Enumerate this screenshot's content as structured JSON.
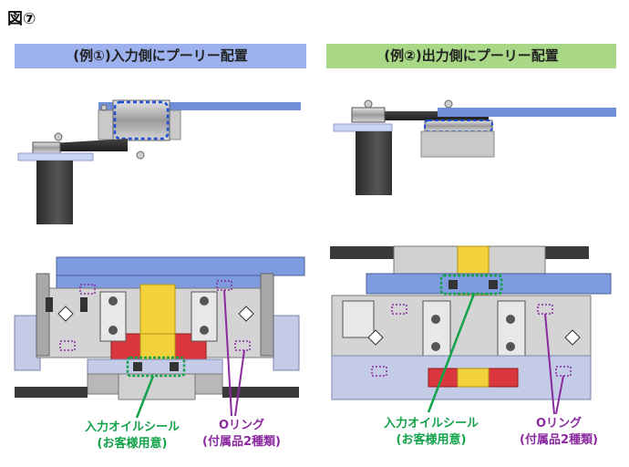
{
  "figure_label": "図⑦",
  "example1": {
    "title": "(例①)入力側にプーリー配置",
    "seal_line1": "入力オイルシール",
    "seal_line2": "(お客様用意)",
    "oring_line1": "Oリング",
    "oring_line2": "(付属品2種類)"
  },
  "example2": {
    "title": "(例②)出力側にプーリー配置",
    "seal_line1": "入力オイルシール",
    "seal_line2": "(お客様用意)",
    "oring_line1": "Oリング",
    "oring_line2": "(付属品2種類)"
  },
  "colors": {
    "banner_left": "#9cb1ee",
    "banner_right": "#a8d886",
    "callout_seal": "#12a24a",
    "callout_oring": "#8a2a9e",
    "shaft": "#f2d23a",
    "housing": "#7e9be0",
    "red_part": "#d9363e"
  }
}
